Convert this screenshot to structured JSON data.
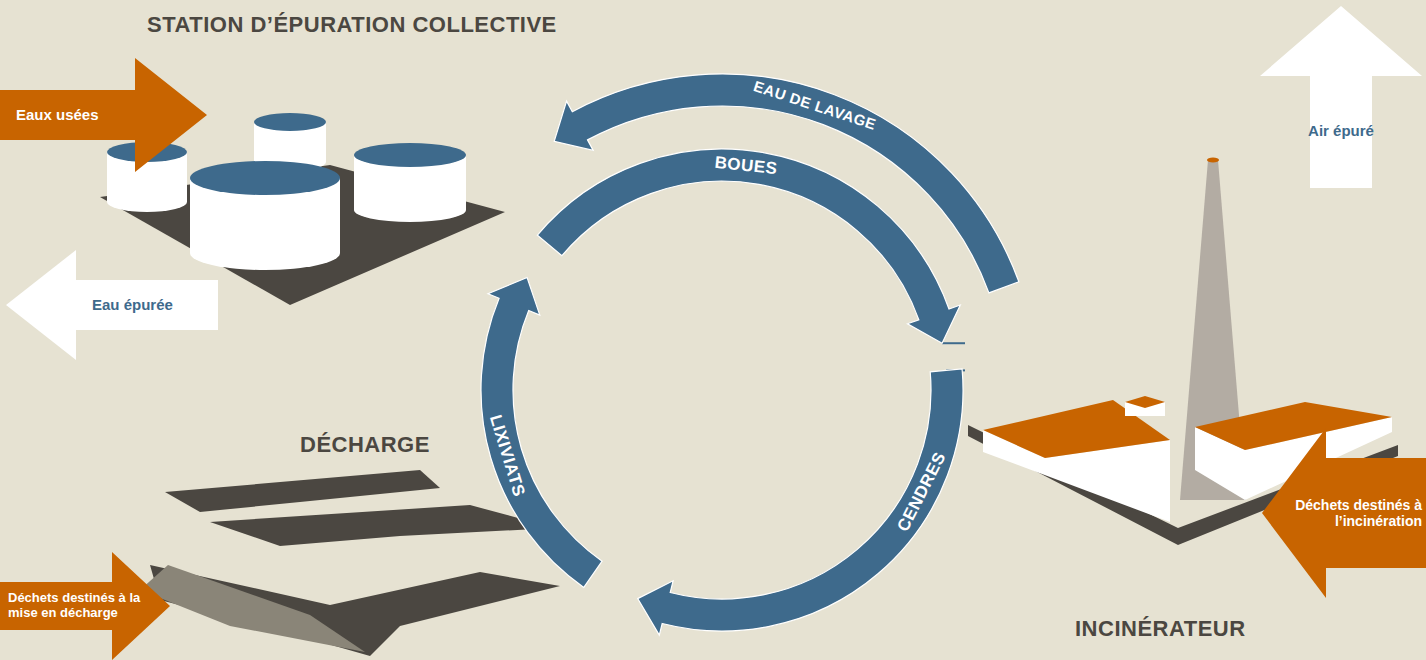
{
  "diagram": {
    "nodes": [
      {
        "text": [
          "STATION D’ÉPURATION COLLECTIVE"
        ]
      },
      {
        "text": [
          "Eaux usées"
        ]
      },
      {
        "text": [
          "Eau épurée"
        ]
      },
      {
        "text": [
          "Air épuré"
        ]
      },
      {
        "text": [
          "DÉCHARGE"
        ]
      },
      {
        "text": [
          "Déchets destinés à l’incinération"
        ]
      },
      {
        "text": [
          "Déchets destinés à la mise en décharge"
        ]
      },
      {
        "text": [
          "INCINÉRATEUR"
        ]
      }
    ],
    "edges": [
      {
        "from": 0,
        "to": 7,
        "label": "BOUES",
        "arrow": "to"
      },
      {
        "from": 7,
        "to": 0,
        "label": "EAU DE LAVAGE",
        "arrow": "to"
      },
      {
        "from": 7,
        "to": 4,
        "label": "CENDRES",
        "arrow": "to"
      },
      {
        "from": 4,
        "to": 0,
        "label": "LIXIVIATS",
        "arrow": "to"
      }
    ]
  }
}
